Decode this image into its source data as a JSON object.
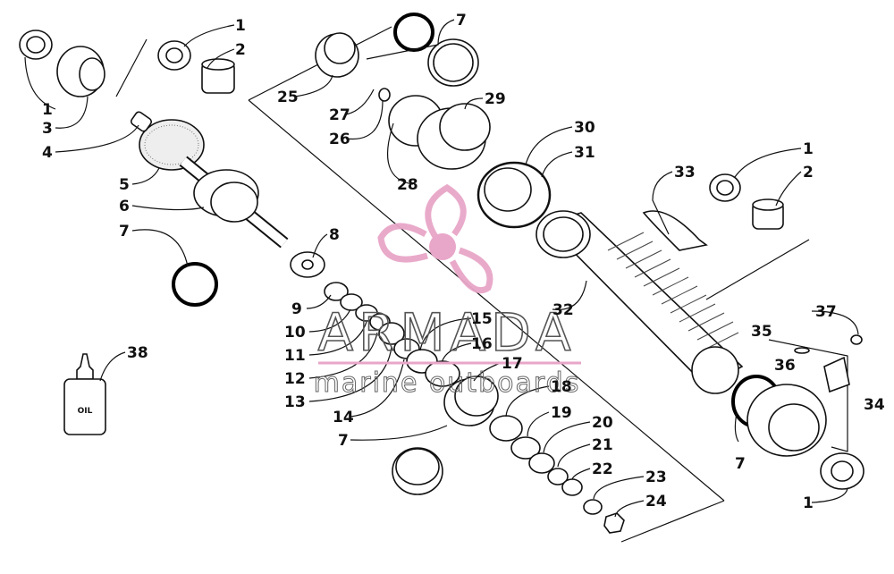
{
  "diagram": {
    "callouts": [
      "1",
      "2",
      "1",
      "3",
      "4",
      "5",
      "6",
      "7",
      "8",
      "9",
      "10",
      "11",
      "12",
      "13",
      "14",
      "7",
      "15",
      "16",
      "17",
      "18",
      "19",
      "20",
      "21",
      "22",
      "23",
      "24",
      "25",
      "7",
      "27",
      "26",
      "29",
      "28",
      "30",
      "31",
      "33",
      "1",
      "2",
      "32",
      "37",
      "35",
      "36",
      "34",
      "7",
      "1",
      "38"
    ],
    "oil_bottle_label": "OIL"
  },
  "watermark": {
    "title": "ARMADA",
    "subtitle": "marine outboards",
    "accent_color": "#e8a6c8"
  }
}
